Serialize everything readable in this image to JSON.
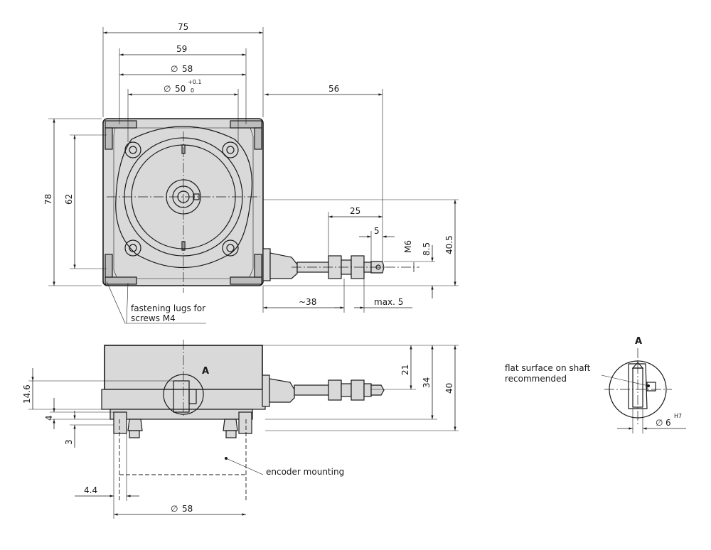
{
  "dimensions": {
    "w75": "75",
    "w59": "59",
    "d58_top": "58",
    "d50": "50",
    "d50_tol_upper": "+0.1",
    "d50_tol_lower": "0",
    "w56": "56",
    "h78": "78",
    "h62": "62",
    "w25": "25",
    "w5": "5",
    "m6": "M6",
    "h8_5": "8.5",
    "h40_5": "40.5",
    "w38": "~38",
    "max5": "max. 5",
    "h21": "21",
    "h34": "34",
    "h40": "40",
    "h14_6": "14.6",
    "h4": "4",
    "h3": "3",
    "w4_4": "4.4",
    "d58_bottom": "58",
    "d6": "6",
    "d6_tol": "H7"
  },
  "labels": {
    "fastening_line1": "fastening lugs for",
    "fastening_line2": "screws M4",
    "encoder": "encoder mounting",
    "flat_line1": "flat surface on shaft",
    "flat_line2": "recommended",
    "view_a": "A",
    "view_a_detail": "A"
  }
}
